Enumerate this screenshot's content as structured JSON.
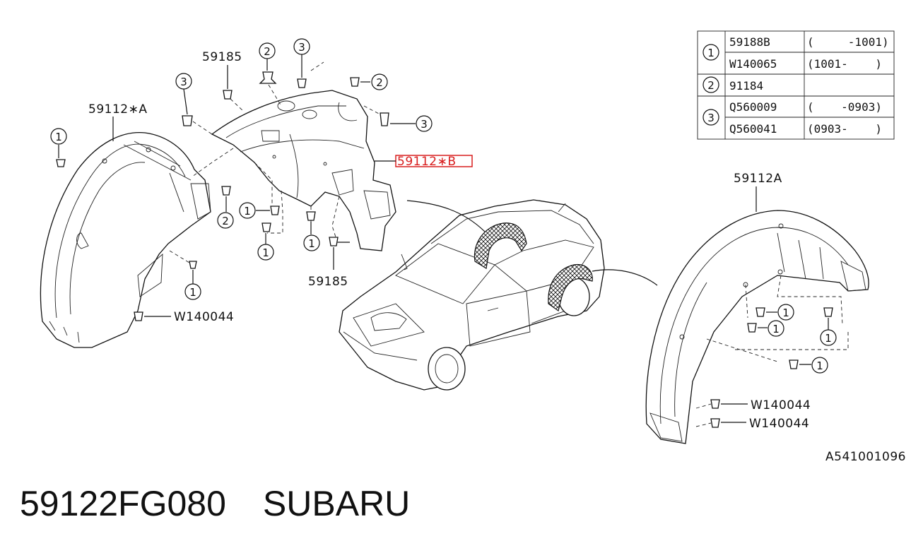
{
  "callouts": {
    "c1": "1",
    "c2": "2",
    "c3": "3"
  },
  "labels": {
    "front_liner_a": "59112∗A",
    "front_liner_b": "59112∗B",
    "rear_liner": "59112A",
    "clip_top": "59185",
    "clip_bottom": "59185",
    "bolt_left": "W140044",
    "bolt_right_1": "W140044",
    "bolt_right_2": "W140044",
    "diagram_code": "A541001096"
  },
  "parts_table": {
    "rows": [
      {
        "callout": "1",
        "part": "59188B",
        "range": "(     -1001)"
      },
      {
        "callout": "1",
        "part": "W140065",
        "range": "(1001-    )"
      },
      {
        "callout": "2",
        "part": "91184",
        "range": ""
      },
      {
        "callout": "3",
        "part": "Q560009",
        "range": "(    -0903)"
      },
      {
        "callout": "3",
        "part": "Q560041",
        "range": "(0903-    )"
      }
    ]
  },
  "footer": {
    "part_number": "59122FG080",
    "brand": "SUBARU"
  },
  "colors": {
    "highlight": "#d81e1e",
    "ink": "#111111"
  }
}
